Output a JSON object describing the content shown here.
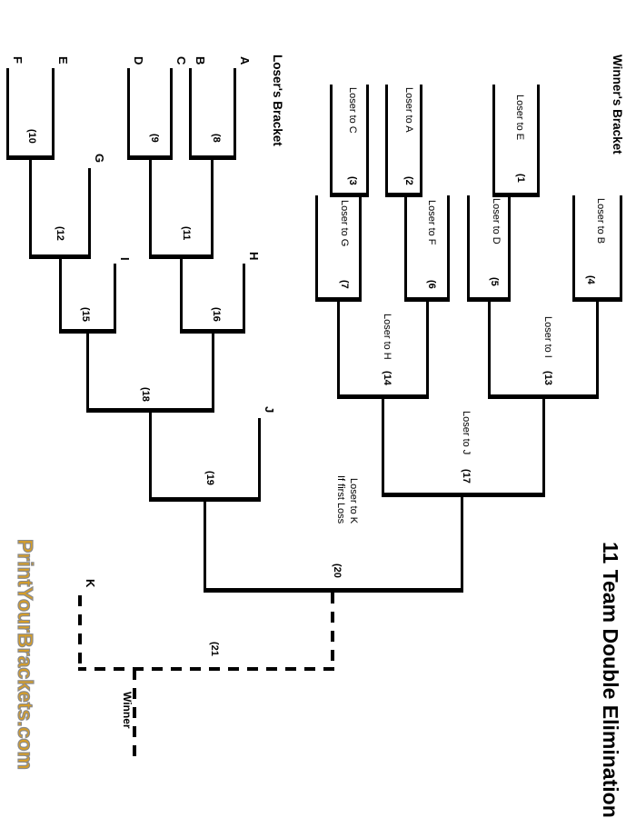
{
  "page": {
    "title": "11 Team Double Elimination",
    "watermark": "PrintYourBrackets.com",
    "winners_bracket_header": "Winner's Bracket",
    "losers_bracket_header": "Loser's Bracket",
    "winner_label": "Winner",
    "colors": {
      "line": "#000000",
      "text": "#000000",
      "background": "#ffffff",
      "watermark_fill": "#d89e26",
      "watermark_outline": "#8a8a8a"
    }
  },
  "winners_bracket": {
    "round1_games": [
      {
        "number": "(1",
        "loser_note": "Loser to E"
      },
      {
        "number": "(2",
        "loser_note": "Loser to A"
      },
      {
        "number": "(3",
        "loser_note": "Loser to C"
      }
    ],
    "round2_games": [
      {
        "number": "(4",
        "loser_note": "Loser to B"
      },
      {
        "number": "(5",
        "loser_note": "Loser to D"
      },
      {
        "number": "(6",
        "loser_note": "Loser to F"
      },
      {
        "number": "(7",
        "loser_note": "Loser to G"
      }
    ],
    "round3_games": [
      {
        "number": "(13",
        "loser_note": "Loser to I"
      },
      {
        "number": "(14",
        "loser_note": "Loser to H"
      }
    ],
    "final": {
      "number": "(17",
      "loser_note": "Loser to J"
    },
    "championship": {
      "number": "(20",
      "loser_note_line1": "Loser to K",
      "loser_note_line2": "If first Loss"
    },
    "if_necessary": {
      "number": "(21"
    }
  },
  "losers_bracket": {
    "entry_letters": [
      "A",
      "B",
      "C",
      "D",
      "E",
      "F"
    ],
    "drop_letters": [
      "G",
      "H",
      "I",
      "J",
      "K"
    ],
    "games": [
      {
        "number": "(8"
      },
      {
        "number": "(9"
      },
      {
        "number": "(10"
      },
      {
        "number": "(11"
      },
      {
        "number": "(12"
      },
      {
        "number": "(15"
      },
      {
        "number": "(16"
      },
      {
        "number": "(18"
      },
      {
        "number": "(19"
      }
    ]
  }
}
